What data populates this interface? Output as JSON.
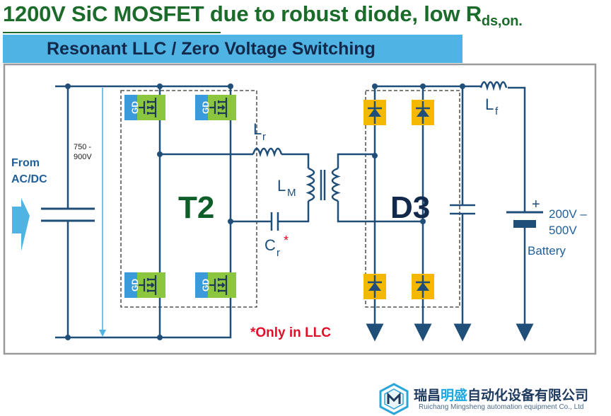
{
  "header": {
    "title_main": "1200V SiC MOSFET due to robust diode, low R",
    "title_sub": "ds,on.",
    "subtitle": "Resonant LLC / Zero Voltage Switching"
  },
  "circuit": {
    "input_label_line1": "From",
    "input_label_line2": "AC/DC",
    "bus_voltage_line1": "750 -",
    "bus_voltage_line2": "900V",
    "gate_driver_label": "GD",
    "primary_block_label": "T2",
    "secondary_block_label": "D3",
    "inductor_r_main": "L",
    "inductor_r_sub": "r",
    "inductor_m_main": "L",
    "inductor_m_sub": "M",
    "capacitor_r_main": "C",
    "capacitor_r_sub": "r",
    "capacitor_r_mark": "*",
    "inductor_f_main": "L",
    "inductor_f_sub": "f",
    "battery_plus": "+",
    "battery_voltage_line1": "200V –",
    "battery_voltage_line2": "500V",
    "battery_label": "Battery",
    "note": "*Only in LLC"
  },
  "footer": {
    "company_cn_part1": "瑞昌",
    "company_cn_highlight": "明盛",
    "company_cn_part2": "自动化设备有限公司",
    "company_en": "Ruichang Mingsheng automation equipment Co., Ltd"
  },
  "colors": {
    "title_green": "#1b6b2a",
    "subtitle_bar": "#4fb3e4",
    "wire": "#1f4e79",
    "gd_blue": "#3b9ad9",
    "mosfet_green": "#8cc63f",
    "diode_yellow": "#f5b800",
    "note_red": "#e0102a",
    "block_label_green": "#0e5e2a",
    "block_label_navy": "#13294b"
  }
}
